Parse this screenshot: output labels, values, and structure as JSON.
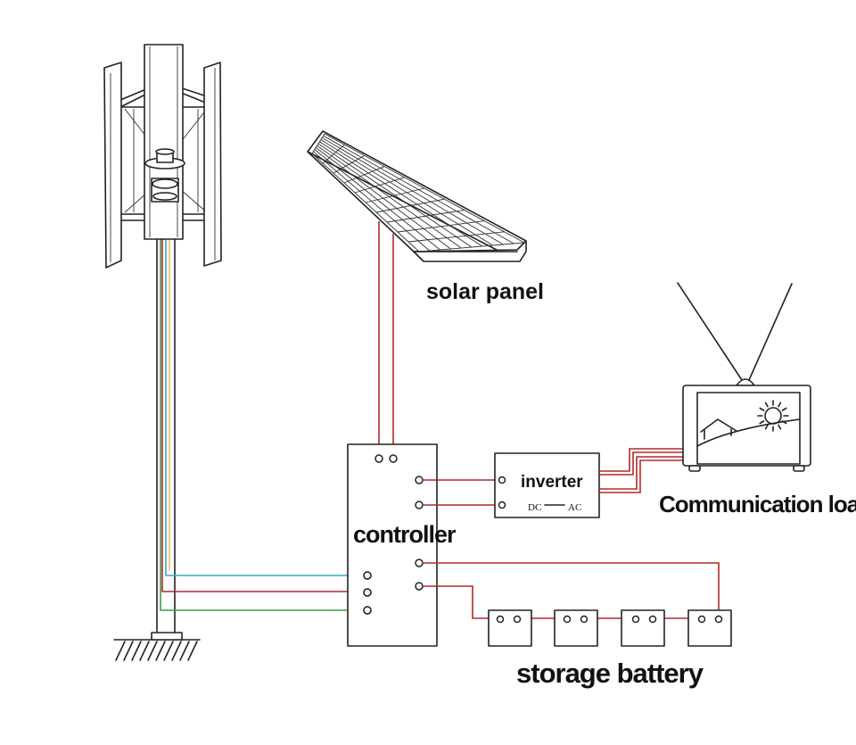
{
  "labels": {
    "solar_panel": "solar panel",
    "controller": "controller",
    "inverter": "inverter",
    "dc": "DC",
    "ac": "AC",
    "communication_load": "Communication load",
    "storage_battery": "storage battery"
  },
  "colors": {
    "wire_red": "#b22a2a",
    "wire_blue": "#3aa6c9",
    "wire_green": "#3f9a4a",
    "wire_yellow": "#d9c24a",
    "ink": "#222222"
  },
  "components": [
    "wind-turbine",
    "solar-panel",
    "controller",
    "inverter",
    "television",
    "battery"
  ]
}
